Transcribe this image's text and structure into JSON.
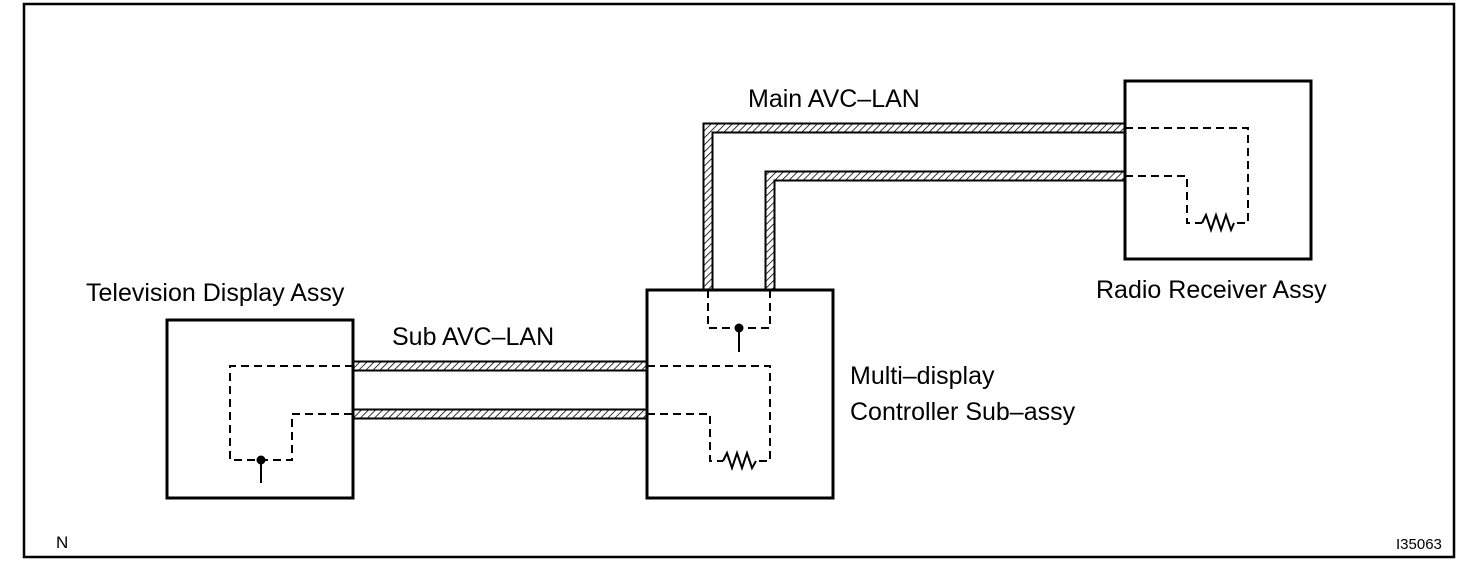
{
  "labels": {
    "main_bus": "Main AVC–LAN",
    "sub_bus": "Sub AVC–LAN",
    "tv_display": "Television Display Assy",
    "radio_receiver": "Radio Receiver Assy",
    "multi_display_line1": "Multi–display",
    "multi_display_line2": "Controller Sub–assy",
    "corner_left": "N",
    "figure_code": "I35063"
  }
}
